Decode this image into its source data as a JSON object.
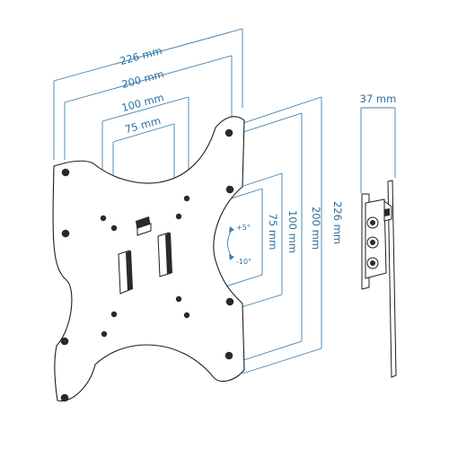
{
  "dimensions": {
    "w226": "226 mm",
    "w200": "200 mm",
    "w100": "100 mm",
    "w75": "75 mm",
    "h75": "75 mm",
    "h100": "100 mm",
    "h200": "200 mm",
    "h226": "226 mm",
    "depth": "37 mm"
  },
  "tilt": {
    "up": "+5°",
    "down": "-10°"
  },
  "colors": {
    "dimension": "#3b7fb0",
    "outline": "#1d1d1d"
  }
}
